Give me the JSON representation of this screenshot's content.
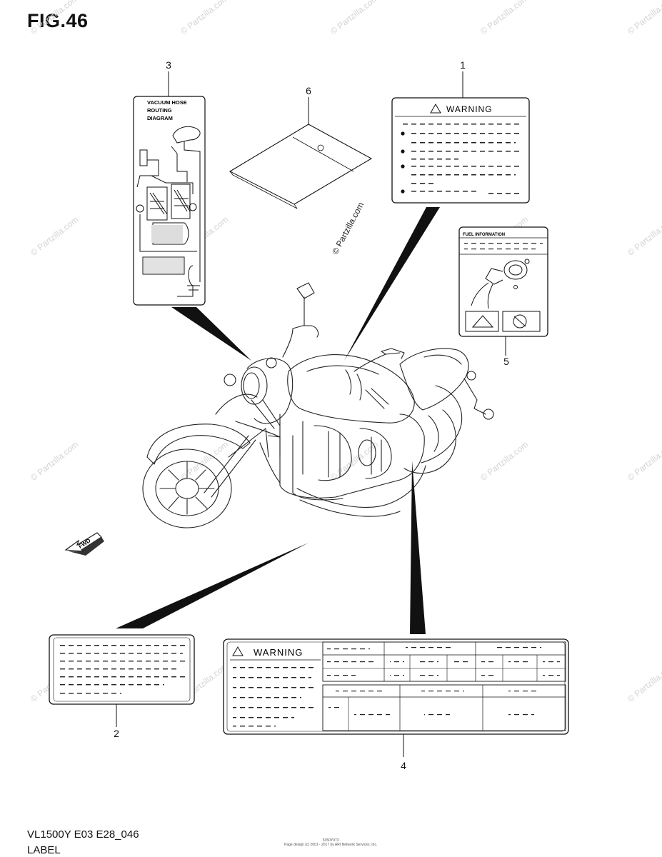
{
  "figure": {
    "title": "FIG.46"
  },
  "callouts": [
    "1",
    "2",
    "3",
    "4",
    "5",
    "6"
  ],
  "labels": {
    "label1": {
      "heading": "WARNING"
    },
    "label3": {
      "line1": "VACUUM HOSE",
      "line2": "ROUTING",
      "line3": "DIAGRAM"
    },
    "label4": {
      "heading": "WARNING"
    },
    "label5": {
      "heading": "FUEL INFORMATION"
    }
  },
  "fwd_arrow": {
    "text": "FWD"
  },
  "watermark": {
    "text": "© Partzilla.com"
  },
  "footer": {
    "code": "VL1500Y E03 E28_046",
    "label": "LABEL",
    "note_top": "5350Y073",
    "note_bottom": "Page design (c) 2001 - 2017 by ARI Network Services, Inc."
  }
}
